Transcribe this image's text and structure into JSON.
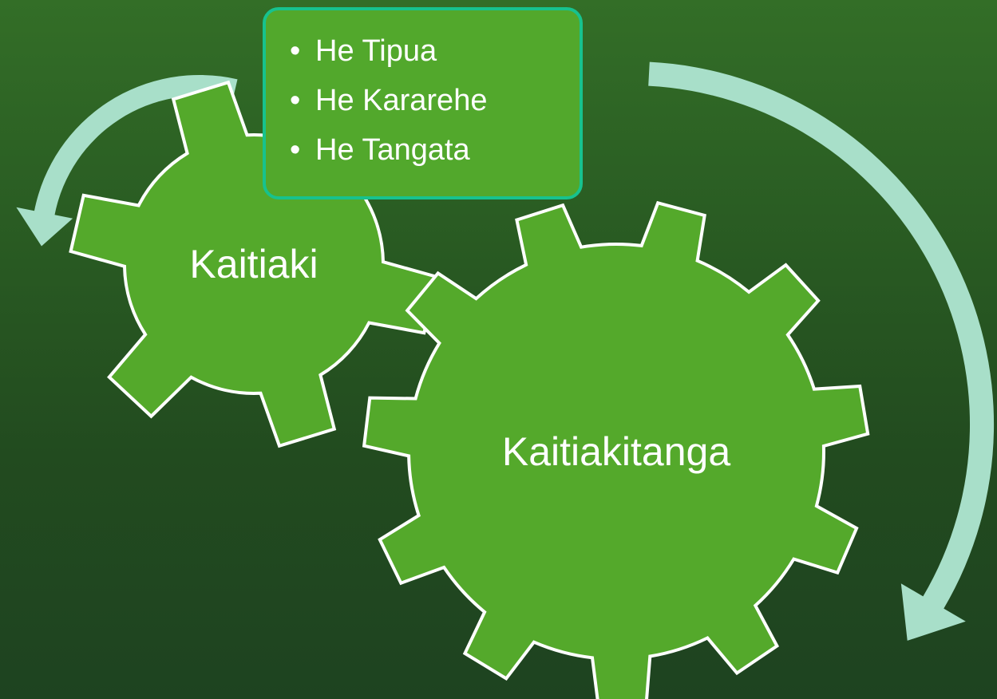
{
  "gears": [
    {
      "label": "Kaitiaki"
    },
    {
      "label": "Kaitiakitanga"
    }
  ],
  "callout": {
    "bullet": "•",
    "items": [
      "He Tipua",
      "He Kararehe",
      "He Tangata"
    ]
  },
  "arrows": [
    {
      "direction": "counter-clockwise"
    },
    {
      "direction": "clockwise"
    }
  ],
  "colors": {
    "background_top": "#336e27",
    "background_bottom": "#1e4320",
    "gear_fill": "#54a92b",
    "gear_outline": "#ffffff",
    "callout_fill": "#52a82c",
    "callout_border": "#17c28e",
    "arrow_fill": "#a8dfc9",
    "text": "#ffffff"
  }
}
